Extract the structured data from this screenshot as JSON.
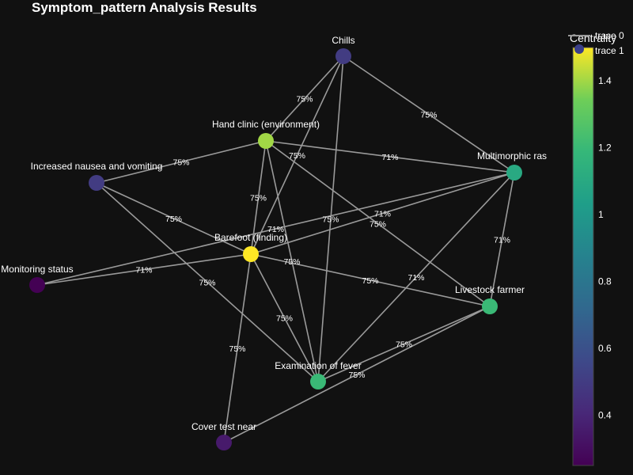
{
  "title": "Symptom_pattern Analysis Results",
  "legend": [
    "trace 0",
    "trace 1"
  ],
  "colorbar": {
    "title": "Centrality",
    "ticks": [
      "0.4",
      "0.6",
      "0.8",
      "1",
      "1.2",
      "1.4"
    ],
    "range": [
      0.25,
      1.5
    ],
    "colorscale": "viridis"
  },
  "chart_data": {
    "type": "network",
    "nodes": [
      {
        "id": "chills",
        "label": "Chills",
        "centrality": 0.5
      },
      {
        "id": "hand",
        "label": "Hand clinic (environment)",
        "centrality": 1.4
      },
      {
        "id": "nausea",
        "label": "Increased nausea and vomiting",
        "centrality": 0.5
      },
      {
        "id": "multi",
        "label": "Multimorphic ras",
        "centrality": 1.1
      },
      {
        "id": "barefoot",
        "label": "Barefoot (finding)",
        "centrality": 1.5
      },
      {
        "id": "monitoring",
        "label": "Monitoring status",
        "centrality": 0.25
      },
      {
        "id": "livestock",
        "label": "Livestock farmer",
        "centrality": 1.2
      },
      {
        "id": "fever",
        "label": "Examination of fever",
        "centrality": 1.2
      },
      {
        "id": "cover",
        "label": "Cover test near",
        "centrality": 0.35
      }
    ],
    "edges": [
      {
        "source": "chills",
        "target": "hand",
        "label": "75%"
      },
      {
        "source": "chills",
        "target": "multi",
        "label": "75%"
      },
      {
        "source": "chills",
        "target": "barefoot",
        "label": "75%"
      },
      {
        "source": "chills",
        "target": "fever",
        "label": "75%"
      },
      {
        "source": "hand",
        "target": "nausea",
        "label": "75%"
      },
      {
        "source": "hand",
        "target": "multi",
        "label": "71%"
      },
      {
        "source": "hand",
        "target": "barefoot",
        "label": "75%"
      },
      {
        "source": "hand",
        "target": "fever",
        "label": "75%"
      },
      {
        "source": "hand",
        "target": "livestock",
        "label": "75%"
      },
      {
        "source": "nausea",
        "target": "barefoot",
        "label": "75%"
      },
      {
        "source": "nausea",
        "target": "fever",
        "label": "75%"
      },
      {
        "source": "multi",
        "target": "barefoot",
        "label": "71%"
      },
      {
        "source": "multi",
        "target": "monitoring",
        "label": "71%"
      },
      {
        "source": "multi",
        "target": "livestock",
        "label": "71%"
      },
      {
        "source": "multi",
        "target": "fever",
        "label": "71%"
      },
      {
        "source": "barefoot",
        "target": "monitoring",
        "label": "71%"
      },
      {
        "source": "barefoot",
        "target": "livestock",
        "label": "75%"
      },
      {
        "source": "barefoot",
        "target": "fever",
        "label": "75%"
      },
      {
        "source": "barefoot",
        "target": "cover",
        "label": "75%"
      },
      {
        "source": "livestock",
        "target": "fever",
        "label": "75%"
      },
      {
        "source": "livestock",
        "target": "cover",
        "label": "75%"
      }
    ]
  }
}
